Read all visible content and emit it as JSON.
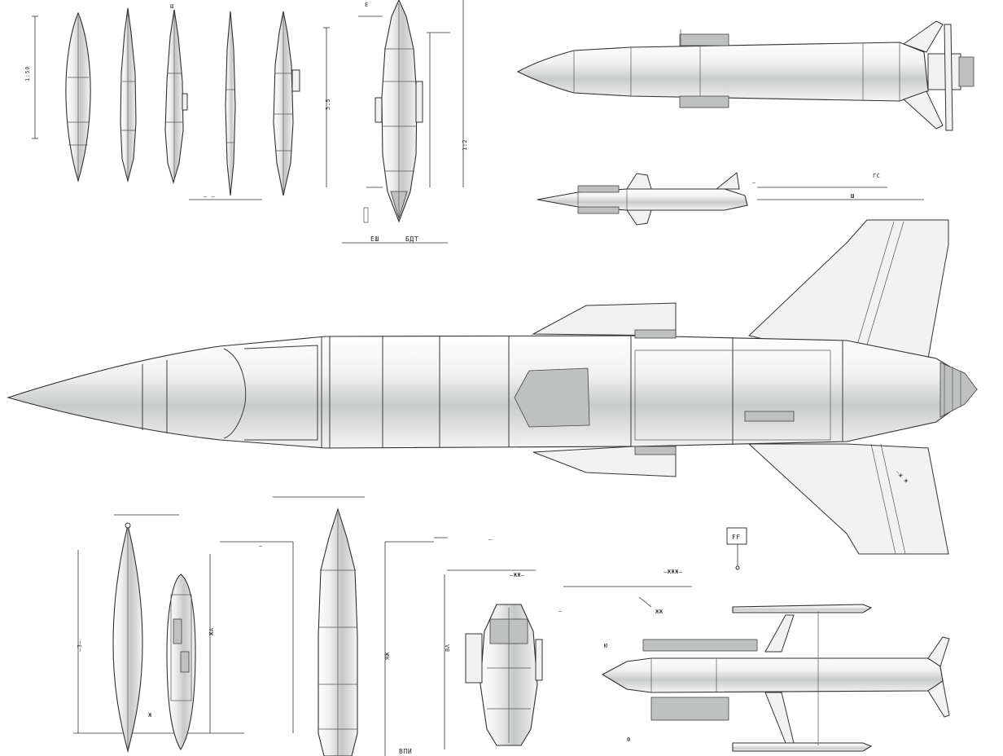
{
  "drawing": {
    "labels": {
      "top_group_title_a": "ЕШ",
      "top_group_title_b": "БДТ",
      "bottom_group_title": "ВПИ",
      "corner_mark": "FF"
    }
  }
}
